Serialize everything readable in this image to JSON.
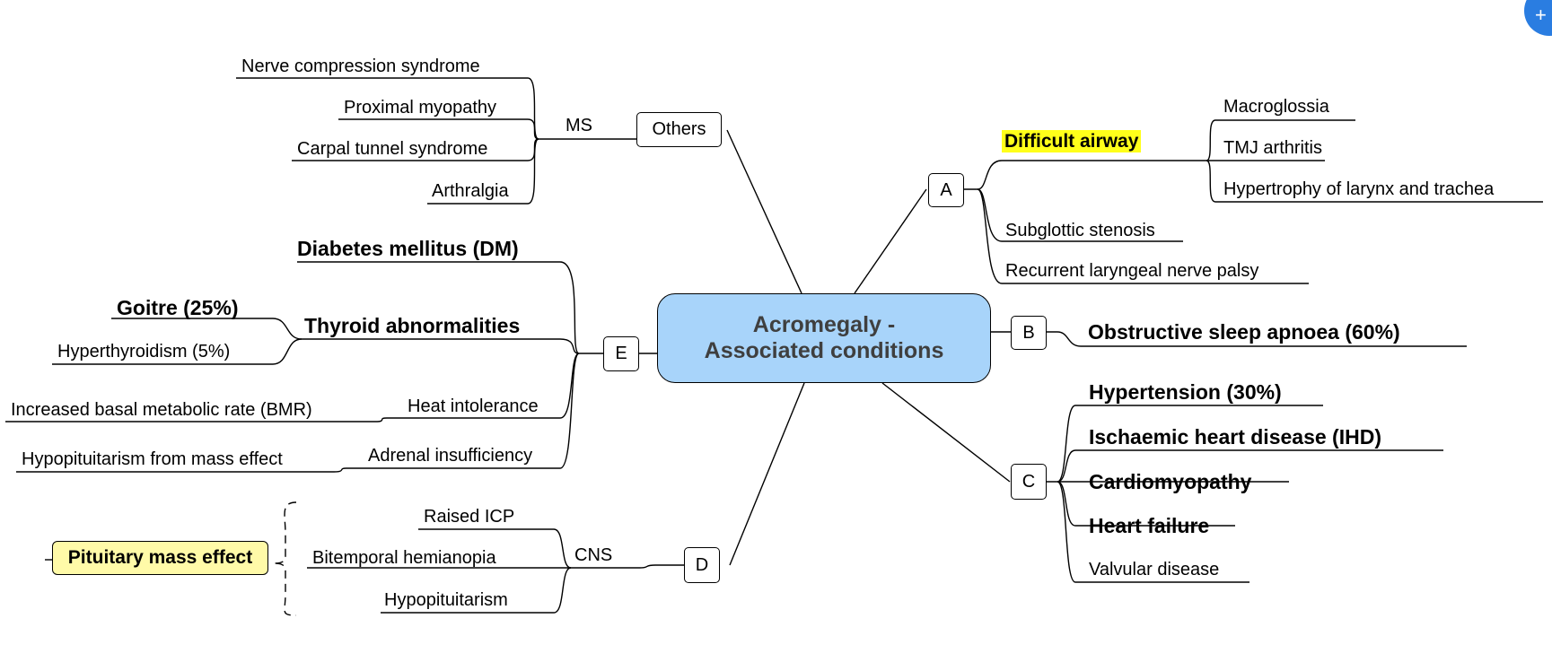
{
  "central": {
    "line1": "Acromegaly -",
    "line2": "Associated conditions"
  },
  "nodes": {
    "a": "A",
    "b": "B",
    "c": "C",
    "d": "D",
    "e": "E",
    "others": "Others",
    "ms": "MS",
    "cns": "CNS"
  },
  "branch_a": {
    "difficult_airway": "Difficult airway",
    "airway_items": [
      "Macroglossia",
      "TMJ arthritis",
      "Hypertrophy of larynx and trachea"
    ],
    "subglottic": "Subglottic stenosis",
    "recurrent": "Recurrent laryngeal nerve palsy"
  },
  "branch_b": {
    "osa": "Obstructive sleep apnoea (60%)"
  },
  "branch_c": {
    "items": [
      "Hypertension (30%)",
      "Ischaemic heart disease (IHD)",
      "Cardiomyopathy",
      "Heart failure"
    ],
    "valvular": "Valvular disease"
  },
  "branch_d": {
    "cns_items": [
      "Raised ICP",
      "Bitemporal hemianopia",
      "Hypopituitarism"
    ],
    "pituitary": "Pituitary mass effect"
  },
  "branch_e": {
    "dm": "Diabetes mellitus (DM)",
    "thyroid": "Thyroid abnormalities",
    "goitre": "Goitre (25%)",
    "hyperthyroidism": "Hyperthyroidism (5%)",
    "heat": "Heat intolerance",
    "bmr": "Increased basal metabolic rate (BMR)",
    "adrenal": "Adrenal insufficiency",
    "hypopit": "Hypopituitarism from mass effect"
  },
  "branch_others": {
    "ms_items": [
      "Nerve compression syndrome",
      "Proximal myopathy",
      "Carpal tunnel syndrome",
      "Arthralgia"
    ]
  },
  "colors": {
    "central_fill": "#a8d4fa",
    "highlight": "#ffff1a",
    "pituitary_fill": "#fffaa8",
    "corner_button": "#2a7de1"
  },
  "icons": {
    "corner": "plus-icon"
  }
}
